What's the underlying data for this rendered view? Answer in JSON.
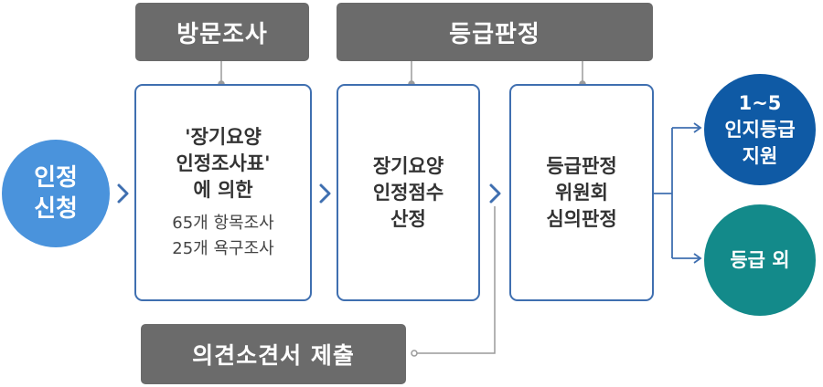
{
  "labels": {
    "visit": "방문조사",
    "grading": "등급판정",
    "doctor_opinion": "의견소견서 제출"
  },
  "start": {
    "line1": "인정",
    "line2": "신청"
  },
  "step1": {
    "line1": "'장기요양",
    "line2": "인정조사표'",
    "line3": "에 의한",
    "sub1": "65개 항목조사",
    "sub2": "25개 욕구조사"
  },
  "step2": {
    "line1": "장기요양",
    "line2": "인정점수",
    "line3": "산정"
  },
  "step3": {
    "line1": "등급판정",
    "line2": "위원회",
    "line3": "심의판정"
  },
  "result_yes": {
    "line1": "1~5",
    "line2": "인지등급",
    "line3": "지원"
  },
  "result_no": {
    "line1": "등급 외"
  },
  "colors": {
    "tag_gray": "#6b6b6b",
    "box_border": "#3f6fb0",
    "start_circle": "#4a93dc",
    "result_yes_circle": "#0f5aa5",
    "result_no_circle": "#138a8a"
  }
}
